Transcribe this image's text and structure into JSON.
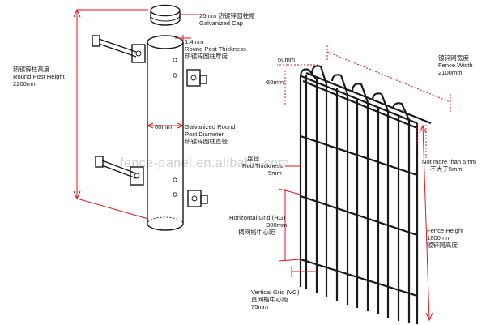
{
  "watermark": "fence-panel.en.alibaba.com",
  "post": {
    "cap": [
      "25mm  热镀锌圆柱帽",
      "Galvanized Cap"
    ],
    "thickness": [
      "1.4mm",
      "Round Post Thickness",
      "热镀锌圆柱厚度"
    ],
    "height": [
      "热镀锌柱高度",
      "Round Post Height",
      "2200mm"
    ],
    "diameter_dim": "60mm",
    "diameter": [
      "Galvanized Round",
      "Post Diameter",
      "热镀锌圆柱直径"
    ]
  },
  "panel": {
    "width": [
      "镀锌网宽度",
      "Fence Width",
      "2100mm"
    ],
    "top_w": "60mm",
    "top_h": "60mm",
    "rod": [
      "丝径",
      "Rod Thickness",
      "5mm"
    ],
    "gap": [
      "Not more than 5mm",
      "不大于5mm"
    ],
    "hgrid": [
      "Horizontal Grid (HG)",
      "300mm",
      "横网格中心距"
    ],
    "fence_height": [
      "Fence Height",
      "1800mm",
      "镀锌网高度"
    ],
    "vgrid": [
      "Vertical Grid (VG)",
      "直网格中心距",
      "75mm"
    ]
  }
}
